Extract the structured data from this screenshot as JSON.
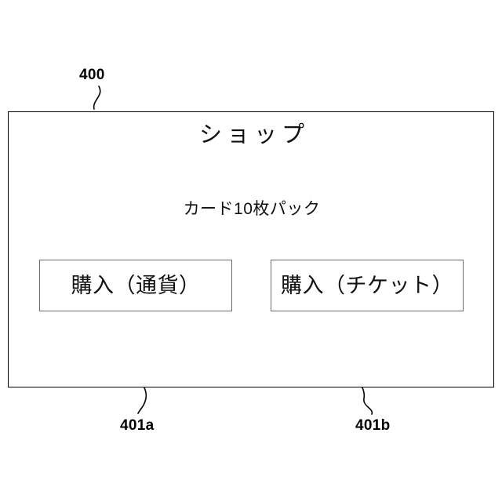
{
  "figure": {
    "screen_ref": "400",
    "buy_currency_ref": "401a",
    "buy_ticket_ref": "401b"
  },
  "screen": {
    "title": "ショップ",
    "item_name": "カード10枚パック",
    "buttons": [
      {
        "label": "購入（通貨）",
        "ref": "401a"
      },
      {
        "label": "購入（チケット）",
        "ref": "401b"
      }
    ]
  },
  "colors": {
    "frame_border": "#000000",
    "button_border": "#6b6b6b",
    "background": "#ffffff",
    "text": "#111111"
  }
}
